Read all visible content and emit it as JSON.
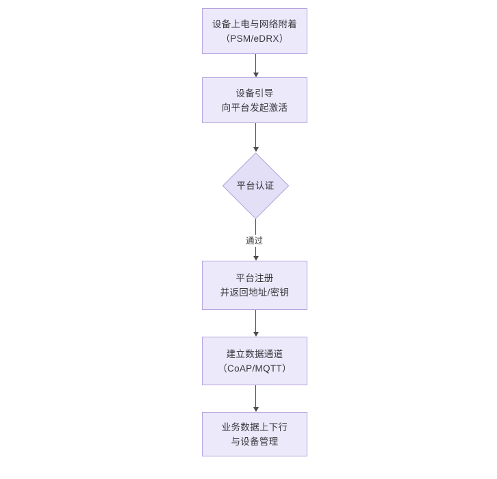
{
  "diagram": {
    "type": "flowchart",
    "orientation": "top-to-bottom",
    "background_color": "#ffffff",
    "node_fill_color": "#ebe9fa",
    "node_border_color": "#b4a0dc",
    "connector_color": "#4a4a50",
    "text_color": "#38383c",
    "nodes": [
      {
        "id": "node-power-on",
        "shape": "rectangle",
        "line1": "设备上电与网络附着",
        "line2": "（PSM/eDRX）"
      },
      {
        "id": "node-bootstrap",
        "shape": "rectangle",
        "line1": "设备引导",
        "line2": "向平台发起激活"
      },
      {
        "id": "node-platform-auth",
        "shape": "diamond",
        "line1": "平台认证",
        "line2": ""
      },
      {
        "id": "node-platform-register",
        "shape": "rectangle",
        "line1": "平台注册",
        "line2": "并返回地址/密钥"
      },
      {
        "id": "node-data-channel",
        "shape": "rectangle",
        "line1": "建立数据通道",
        "line2": "（CoAP/MQTT）"
      },
      {
        "id": "node-business-data",
        "shape": "rectangle",
        "line1": "业务数据上下行",
        "line2": "与设备管理"
      }
    ],
    "edges": [
      {
        "id": "edge-1",
        "from": "node-power-on",
        "to": "node-bootstrap",
        "label": ""
      },
      {
        "id": "edge-2",
        "from": "node-bootstrap",
        "to": "node-platform-auth",
        "label": ""
      },
      {
        "id": "edge-3",
        "from": "node-platform-auth",
        "to": "node-platform-register",
        "label": "通过"
      },
      {
        "id": "edge-4",
        "from": "node-platform-register",
        "to": "node-data-channel",
        "label": ""
      },
      {
        "id": "edge-5",
        "from": "node-data-channel",
        "to": "node-business-data",
        "label": ""
      }
    ]
  }
}
